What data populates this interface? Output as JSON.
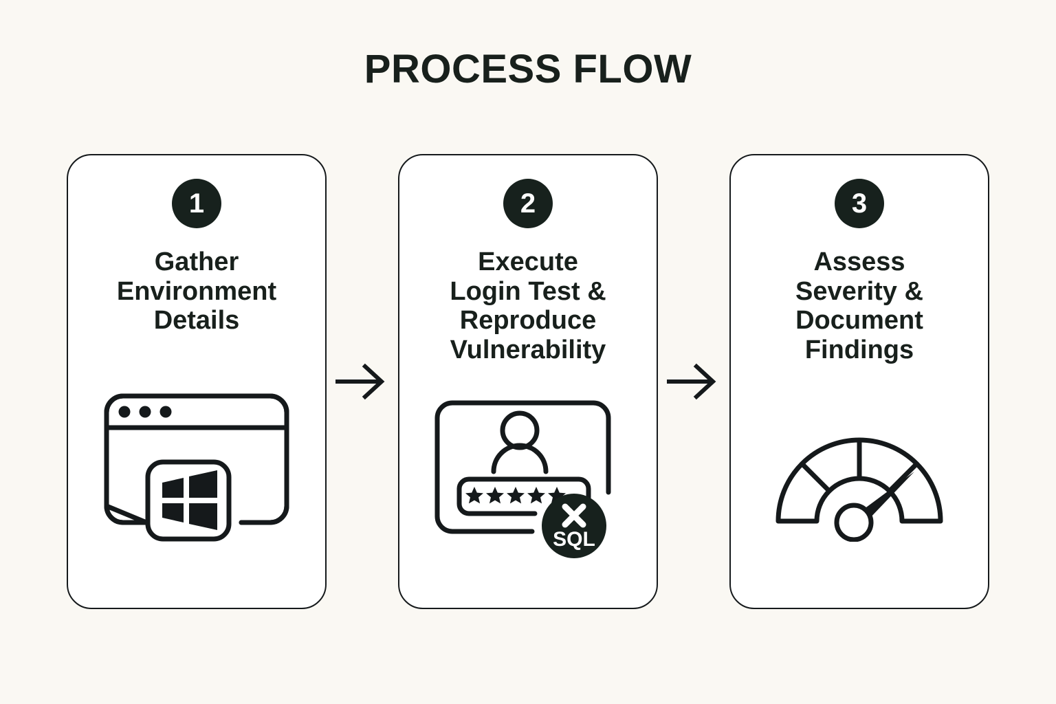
{
  "page": {
    "title": "PROCESS FLOW",
    "background_color": "#faf8f3",
    "ink_color": "#18201c",
    "card_fill_color": "#ffffff",
    "badge_color": "#17211d"
  },
  "steps": [
    {
      "number": "1",
      "title": "Gather\nEnvironment\nDetails",
      "icon": {
        "name": "browser-window-windows-icon",
        "parts": [
          "browser-window",
          "three-dots",
          "windows-logo-tile"
        ],
        "dots": 3
      }
    },
    {
      "number": "2",
      "title": "Execute\nLogin Test &\nReproduce\nVulnerability",
      "icon": {
        "name": "login-sql-injection-icon",
        "parts": [
          "login-frame",
          "user-avatar",
          "password-field",
          "sql-error-badge"
        ],
        "password_mask": "★★★★★",
        "password_mask_count": 5,
        "badge_label": "SQL",
        "badge_mark": "x-mark"
      }
    },
    {
      "number": "3",
      "title": "Assess\nSeverity &\nDocument\nFindings",
      "icon": {
        "name": "severity-gauge-icon",
        "parts": [
          "gauge-arc",
          "gauge-segments",
          "gauge-needle",
          "gauge-hub"
        ],
        "segments": 4,
        "needle_direction": "upper-right"
      }
    }
  ],
  "connectors": [
    {
      "name": "arrow-step1-to-step2",
      "glyph": "arrow-right"
    },
    {
      "name": "arrow-step2-to-step3",
      "glyph": "arrow-right"
    }
  ]
}
